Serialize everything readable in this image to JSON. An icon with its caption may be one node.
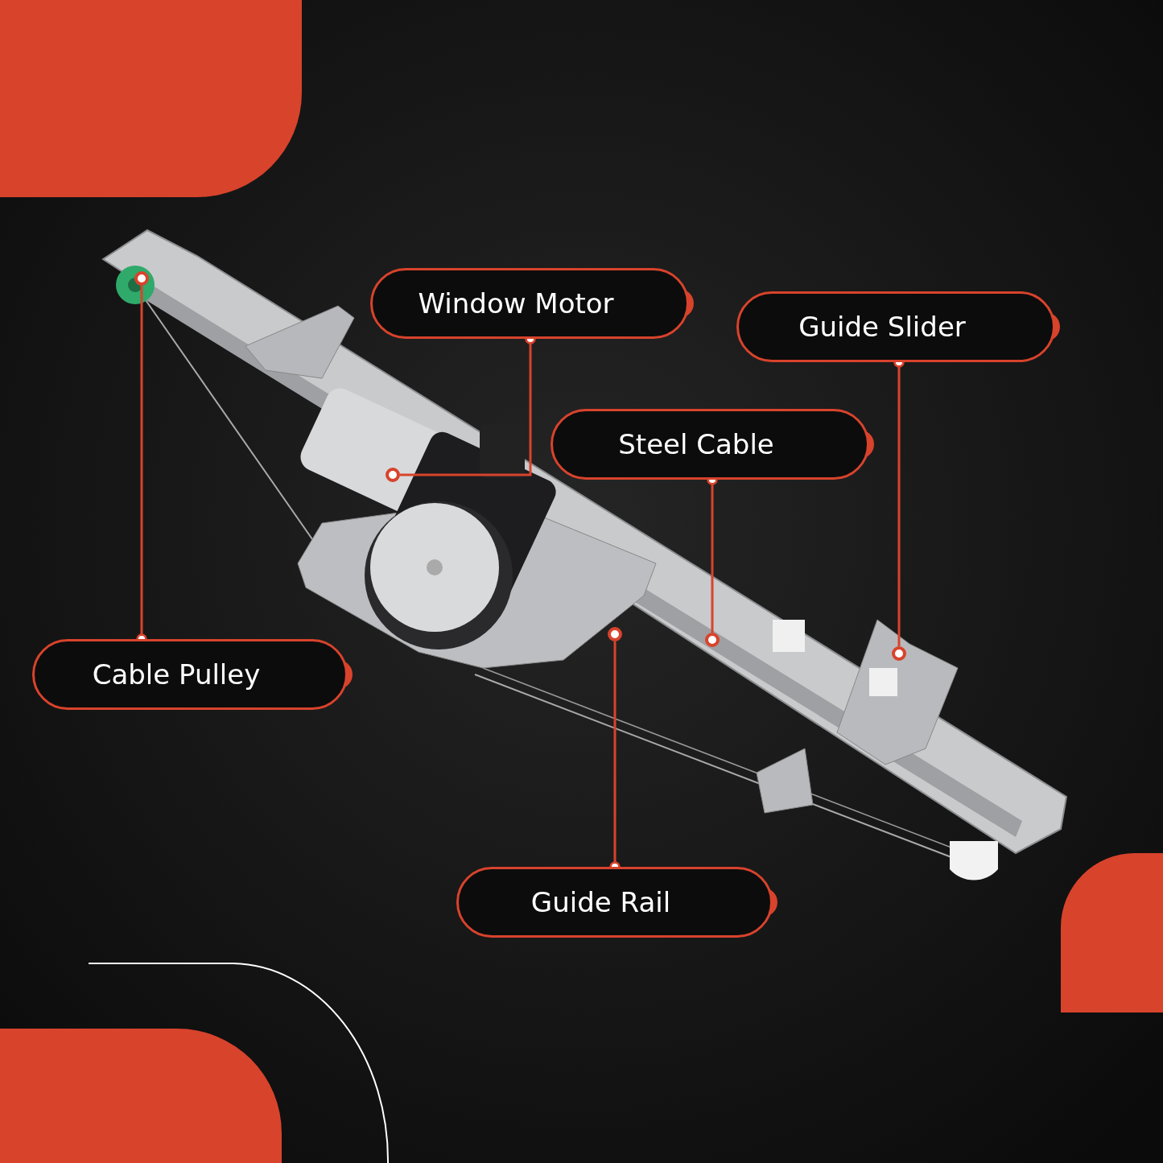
{
  "diagram": {
    "nodes": [
      {
        "text": [
          "Window Motor"
        ]
      },
      {
        "text": [
          "Guide Slider"
        ]
      },
      {
        "text": [
          "Steel Cable"
        ]
      },
      {
        "text": [
          "Cable Pulley"
        ]
      },
      {
        "text": [
          "Guide Rail"
        ]
      },
      {
        "text": [],
        "shape": "circle"
      },
      {
        "text": [],
        "shape": "circle"
      },
      {
        "text": [],
        "shape": "circle"
      },
      {
        "text": [],
        "shape": "circle"
      },
      {
        "text": [],
        "shape": "circle"
      }
    ],
    "edges": [
      {
        "from": 0,
        "to": 5,
        "arrow": "other"
      },
      {
        "from": 1,
        "to": 6,
        "arrow": "other"
      },
      {
        "from": 2,
        "to": 7,
        "arrow": "other"
      },
      {
        "from": 3,
        "to": 8,
        "arrow": "other"
      },
      {
        "from": 4,
        "to": 9,
        "arrow": "other"
      }
    ]
  }
}
